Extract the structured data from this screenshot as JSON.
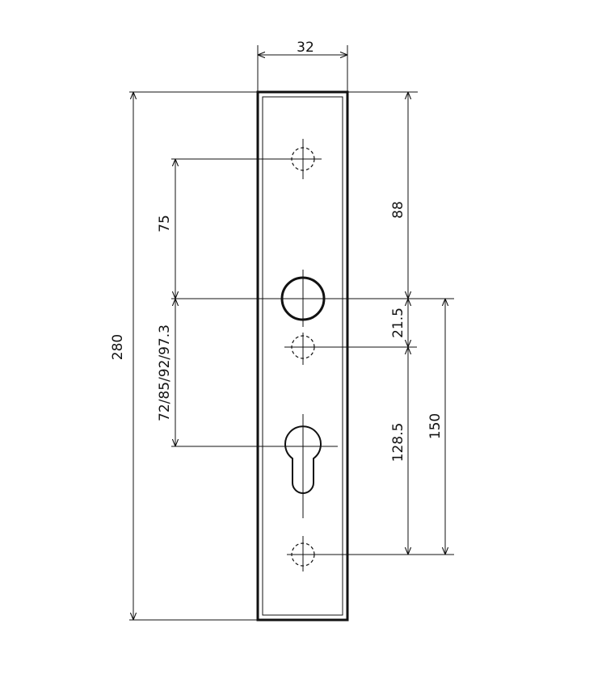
{
  "drawing": {
    "dimensions": {
      "plate_width": "32",
      "total_height": "280",
      "top_hole_to_handle": "75",
      "handle_to_cylinder": "72/85/92/97.3",
      "top_to_handle": "88",
      "handle_to_mid_hole": "21.5",
      "mid_hole_to_bottom_hole": "128.5",
      "handle_to_bottom_hole": "150"
    },
    "line_color": "#111111",
    "background": "#ffffff"
  }
}
